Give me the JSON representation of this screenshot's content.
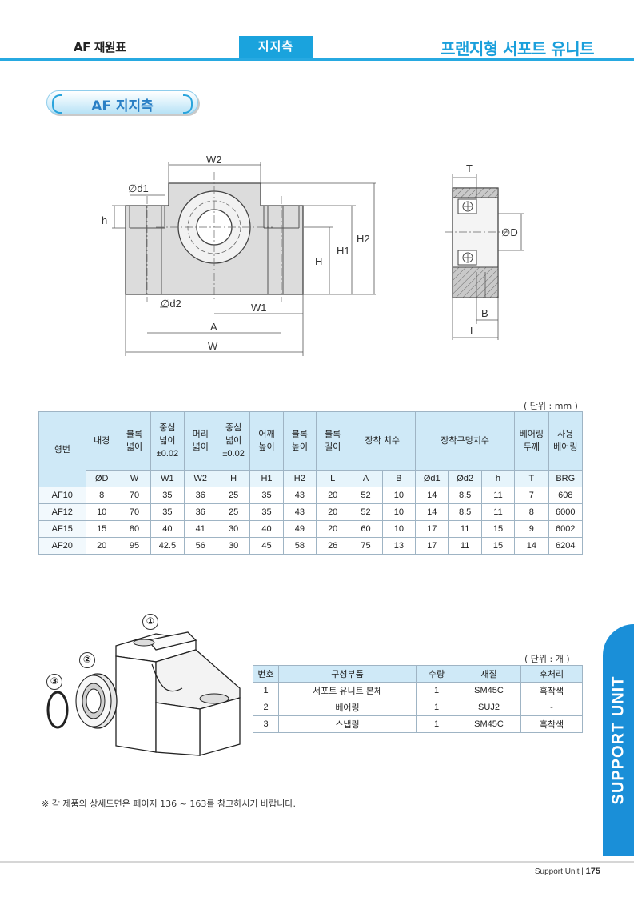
{
  "header": {
    "left_title": "AF 재원표",
    "tab_label": "지지측",
    "right_title": "프랜지형 서포트 유니트"
  },
  "section": {
    "title": "AF 지지측"
  },
  "drawing_labels": {
    "w2": "W2",
    "d1": "∅d1",
    "h": "h",
    "h2": "H2",
    "h1": "H1",
    "hh": "H",
    "d2": "∅d2",
    "w1": "W1",
    "a": "A",
    "w": "W",
    "t": "T",
    "d": "∅D",
    "b": "B",
    "l": "L"
  },
  "spec_table": {
    "unit": "( 단위 : mm )",
    "headers": [
      "형번",
      "내경",
      "블록\n넓이",
      "중심\n넓이\n±0.02",
      "머리\n넓이",
      "중심\n넓이\n±0.02",
      "어깨\n높이",
      "블록\n높이",
      "블록\n길이",
      "장착 치수",
      "장착구멍치수",
      "베어링\n두께",
      "사용\n베어링"
    ],
    "symbols": [
      "ØD",
      "W",
      "W1",
      "W2",
      "H",
      "H1",
      "H2",
      "L",
      "A",
      "B",
      "Ød1",
      "Ød2",
      "h",
      "T",
      "BRG"
    ],
    "rows": [
      [
        "AF10",
        "8",
        "70",
        "35",
        "36",
        "25",
        "35",
        "43",
        "20",
        "52",
        "10",
        "14",
        "8.5",
        "11",
        "7",
        "608"
      ],
      [
        "AF12",
        "10",
        "70",
        "35",
        "36",
        "25",
        "35",
        "43",
        "20",
        "52",
        "10",
        "14",
        "8.5",
        "11",
        "8",
        "6000"
      ],
      [
        "AF15",
        "15",
        "80",
        "40",
        "41",
        "30",
        "40",
        "49",
        "20",
        "60",
        "10",
        "17",
        "11",
        "15",
        "9",
        "6002"
      ],
      [
        "AF20",
        "20",
        "95",
        "42.5",
        "56",
        "30",
        "45",
        "58",
        "26",
        "75",
        "13",
        "17",
        "11",
        "15",
        "14",
        "6204"
      ]
    ]
  },
  "parts_table": {
    "unit": "( 단위 : 개 )",
    "headers": [
      "번호",
      "구성부품",
      "수량",
      "재질",
      "후처리"
    ],
    "rows": [
      [
        "1",
        "서포트 유니트 본체",
        "1",
        "SM45C",
        "흑착색"
      ],
      [
        "2",
        "베어링",
        "1",
        "SUJ2",
        "-"
      ],
      [
        "3",
        "스냅링",
        "1",
        "SM45C",
        "흑착색"
      ]
    ]
  },
  "callouts": [
    "①",
    "②",
    "③"
  ],
  "note": "※  각  제품의  상세도면은  페이지  136 ~ 163를  참고하시기  바랍니다.",
  "side_tab": "SUPPORT UNIT",
  "footer": {
    "text": "Support Unit  |",
    "page": "175"
  },
  "colors": {
    "accent": "#1aa3dd",
    "header_cell": "#cfe9f7",
    "side_tab": "#1a8fd8"
  }
}
